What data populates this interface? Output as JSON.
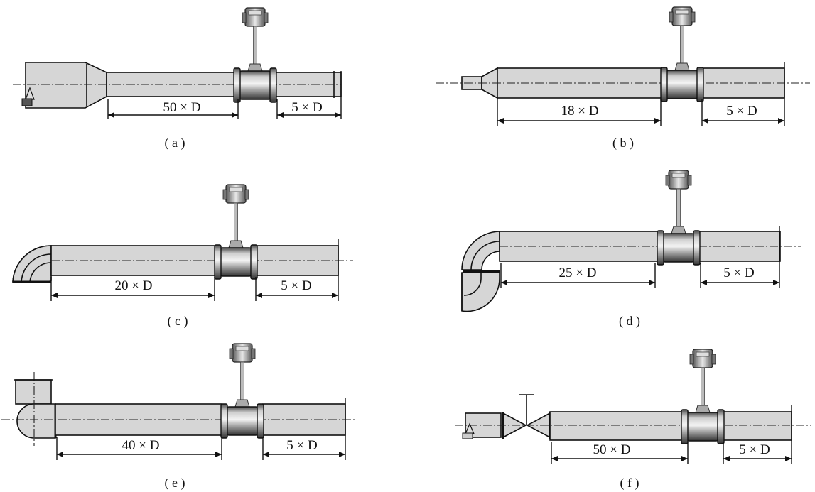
{
  "figure": {
    "panels": [
      {
        "id": "a",
        "caption": "( a )",
        "upstream_label": "50 × D",
        "downstream_label": "5 × D"
      },
      {
        "id": "b",
        "caption": "( b )",
        "upstream_label": "18 × D",
        "downstream_label": "5 × D"
      },
      {
        "id": "c",
        "caption": "( c )",
        "upstream_label": "20 × D",
        "downstream_label": "5 × D"
      },
      {
        "id": "d",
        "caption": "( d )",
        "upstream_label": "25 × D",
        "downstream_label": "5 × D"
      },
      {
        "id": "e",
        "caption": "( e )",
        "upstream_label": "40 × D",
        "downstream_label": "5 × D"
      },
      {
        "id": "f",
        "caption": "( f )",
        "upstream_label": "50 × D",
        "downstream_label": "5 × D"
      }
    ]
  },
  "icons": [
    "flowmeter-icon",
    "reducer-icon",
    "expander-icon",
    "elbow-icon",
    "double-elbow-icon",
    "tee-icon",
    "valve-icon"
  ]
}
